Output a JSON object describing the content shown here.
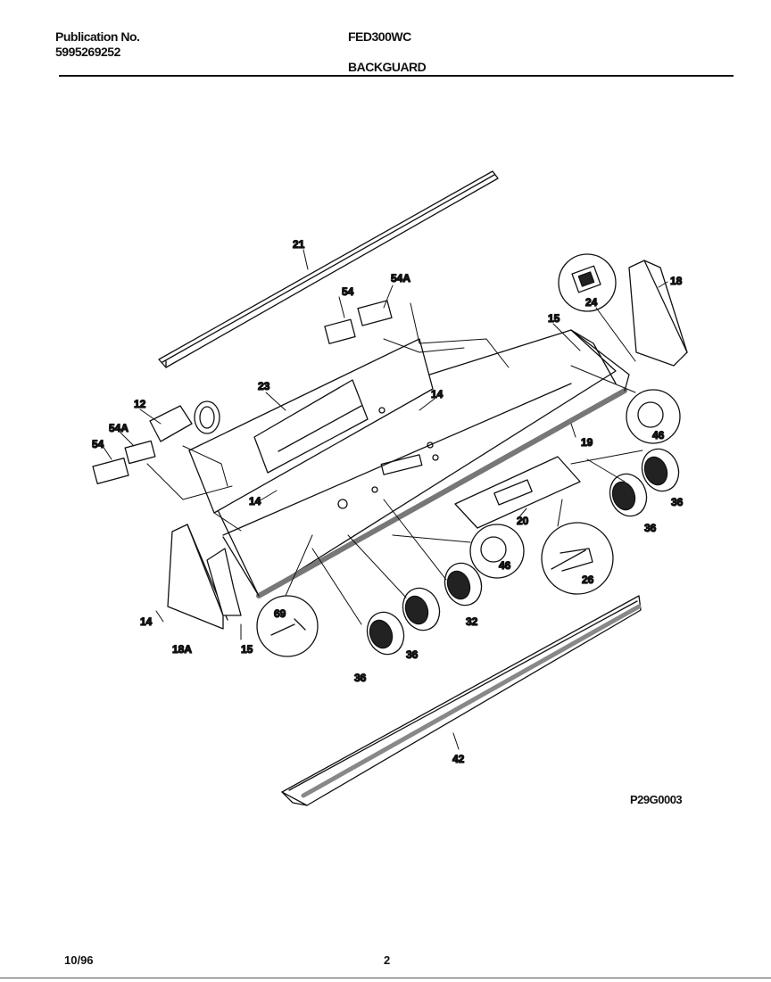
{
  "header": {
    "publication_label": "Publication No.",
    "publication_number": "5995269252",
    "model": "FED300WC",
    "section": "BACKGUARD"
  },
  "parts": {
    "p21": "21",
    "p54_top": "54",
    "p54a_top": "54A",
    "p24": "24",
    "p18": "18",
    "p15_top": "15",
    "p23": "23",
    "p14_top": "14",
    "p12": "12",
    "p54a_left": "54A",
    "p54_left": "54",
    "p46_top": "46",
    "p19": "19",
    "p14_mid": "14",
    "p36_right": "36",
    "p20": "20",
    "p36_mid": "36",
    "p46_mid": "46",
    "p26": "26",
    "p14_left": "14",
    "p69": "69",
    "p32": "32",
    "p18a": "18A",
    "p15_left": "15",
    "p36_a": "36",
    "p36_b": "36",
    "p42": "42"
  },
  "footer": {
    "figure_code": "P29G0003",
    "date_code": "10/96",
    "page": "2"
  }
}
